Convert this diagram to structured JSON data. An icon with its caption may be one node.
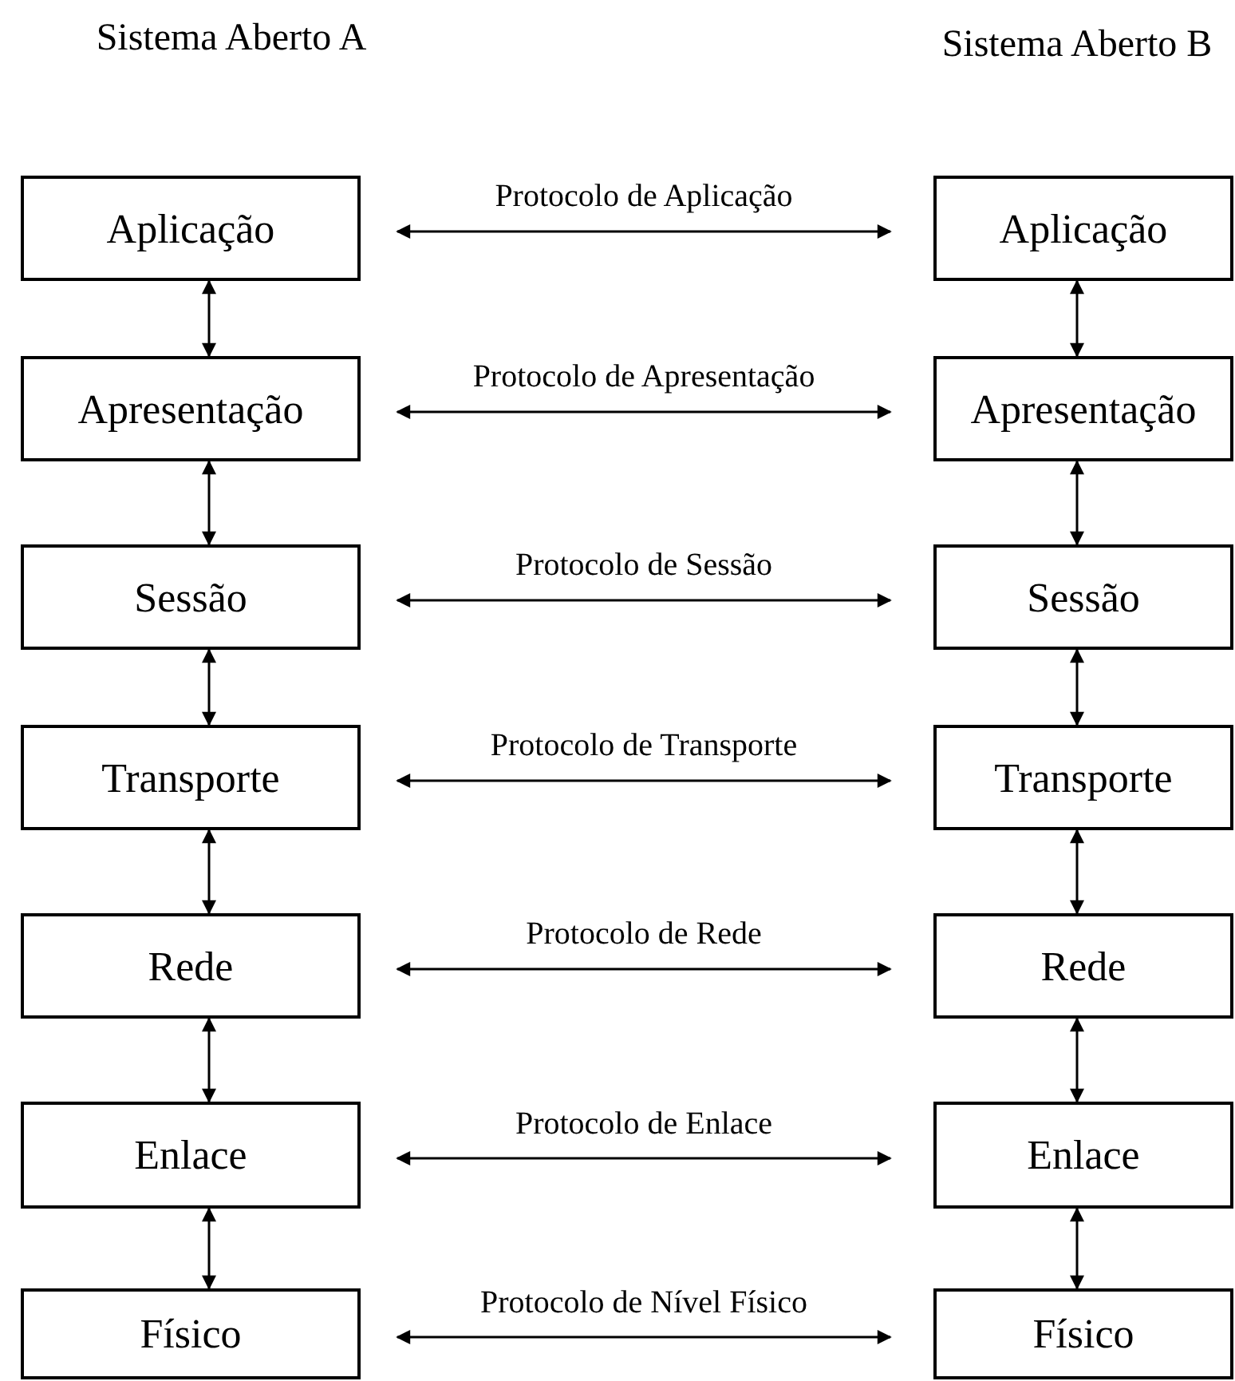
{
  "diagram": {
    "nodes": [
      {
        "text": [
          "Aplicação"
        ]
      },
      {
        "text": [
          "Apresentação"
        ]
      },
      {
        "text": [
          "Sessão"
        ]
      },
      {
        "text": [
          "Transporte"
        ]
      },
      {
        "text": [
          "Rede"
        ]
      },
      {
        "text": [
          "Enlace"
        ]
      },
      {
        "text": [
          "Físico"
        ]
      },
      {
        "text": [
          "Aplicação"
        ]
      },
      {
        "text": [
          "Apresentação"
        ]
      },
      {
        "text": [
          "Sessão"
        ]
      },
      {
        "text": [
          "Transporte"
        ]
      },
      {
        "text": [
          "Rede"
        ]
      },
      {
        "text": [
          "Enlace"
        ]
      },
      {
        "text": [
          "Físico"
        ]
      }
    ],
    "edges": [
      {
        "from": 0,
        "to": 7,
        "arrow": "both",
        "label": "Protocolo de Aplicação"
      },
      {
        "from": 0,
        "to": 1,
        "arrow": "both"
      },
      {
        "from": 7,
        "to": 8,
        "arrow": "both"
      },
      {
        "from": 1,
        "to": 8,
        "arrow": "both",
        "label": "Protocolo de Apresentação"
      },
      {
        "from": 1,
        "to": 2,
        "arrow": "both"
      },
      {
        "from": 8,
        "to": 9,
        "arrow": "both"
      },
      {
        "from": 2,
        "to": 9,
        "arrow": "both",
        "label": "Protocolo de Sessão"
      },
      {
        "from": 2,
        "to": 3,
        "arrow": "both"
      },
      {
        "from": 9,
        "to": 10,
        "arrow": "both"
      },
      {
        "from": 3,
        "to": 10,
        "arrow": "both",
        "label": "Protocolo de Transporte"
      },
      {
        "from": 3,
        "to": 4,
        "arrow": "both"
      },
      {
        "from": 10,
        "to": 11,
        "arrow": "both"
      },
      {
        "from": 4,
        "to": 11,
        "arrow": "both",
        "label": "Protocolo de Rede"
      },
      {
        "from": 4,
        "to": 5,
        "arrow": "both"
      },
      {
        "from": 11,
        "to": 12,
        "arrow": "both"
      },
      {
        "from": 5,
        "to": 12,
        "arrow": "both",
        "label": "Protocolo de Enlace"
      },
      {
        "from": 5,
        "to": 6,
        "arrow": "both"
      },
      {
        "from": 12,
        "to": 13,
        "arrow": "both"
      },
      {
        "from": 6,
        "to": 13,
        "arrow": "both",
        "label": "Protocolo de Nível Físico"
      }
    ],
    "labels": [
      "Sistema Aberto A",
      "Sistema Aberto B"
    ]
  }
}
